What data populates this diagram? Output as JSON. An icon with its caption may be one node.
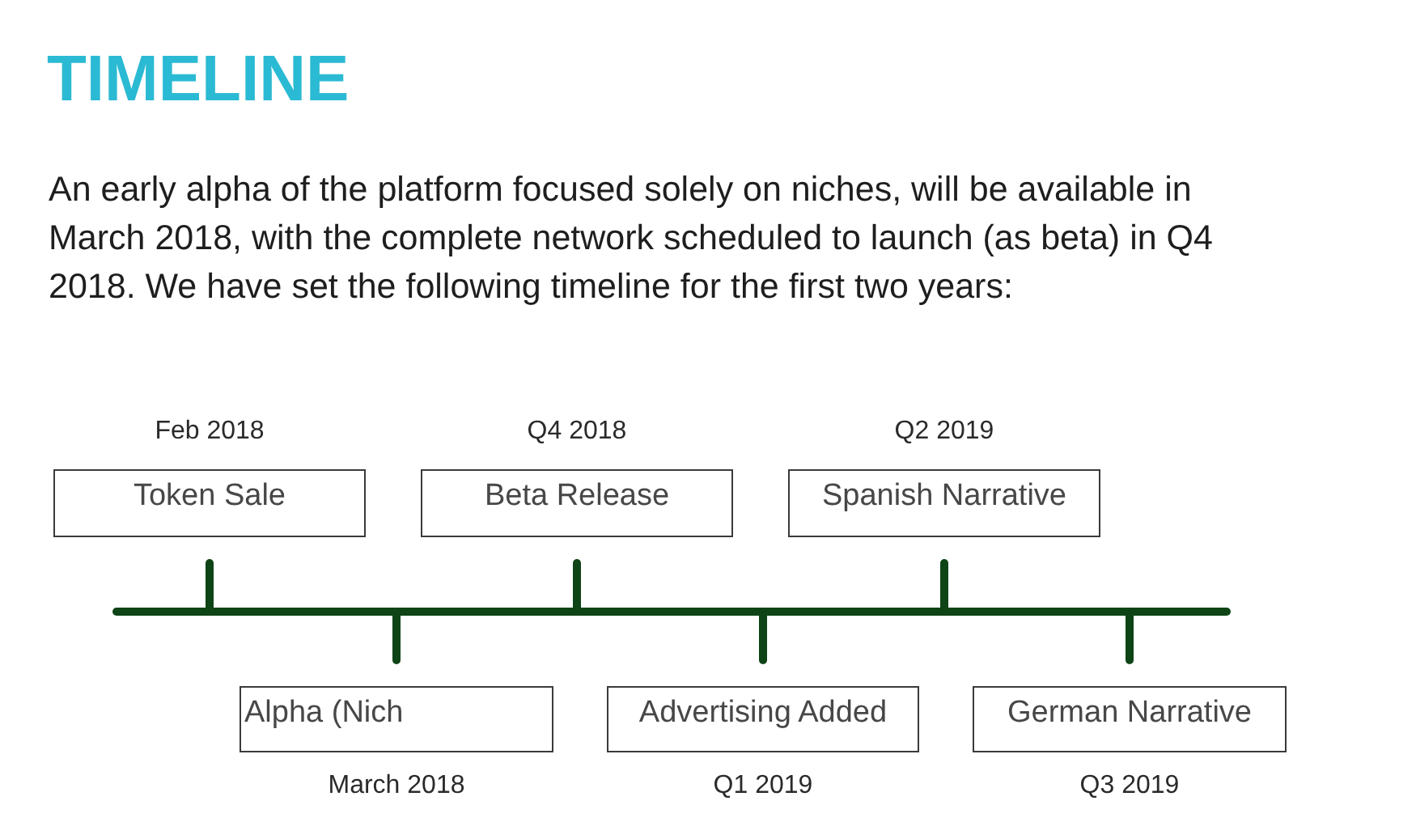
{
  "diagram": {
    "title": "TIMELINE",
    "nodes": [
      {
        "text": [
          "Token Sale"
        ],
        "beside": [
          "Feb 2018"
        ]
      },
      {
        "text": [
          "Beta Release"
        ],
        "beside": [
          "Q4 2018"
        ]
      },
      {
        "text": [
          "Spanish Narrative"
        ],
        "beside": [
          "Q2 2019"
        ]
      },
      {
        "text": [
          "Alpha (Nich"
        ],
        "beside": [
          "March 2018"
        ]
      },
      {
        "text": [
          "Advertising Added"
        ],
        "beside": [
          "Q1 2019"
        ]
      },
      {
        "text": [
          "German Narrative"
        ],
        "beside": [
          "Q3 2019"
        ]
      }
    ],
    "labels": [
      "An early alpha of the platform focused solely on niches, will be available in March 2018, with the complete network scheduled to launch (as beta) in Q4 2018. We have set the following timeline for the first two years:"
    ]
  }
}
